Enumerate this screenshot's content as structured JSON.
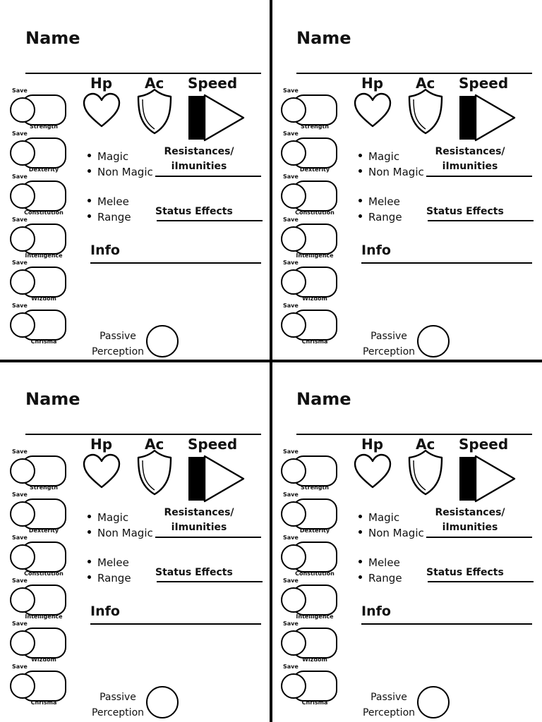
{
  "cards": [
    {
      "name_label": "Name",
      "stats": [
        {
          "save_label": "Save",
          "name": "Strength"
        },
        {
          "save_label": "Save",
          "name": "Dexterity"
        },
        {
          "save_label": "Save",
          "name": "Constitution"
        },
        {
          "save_label": "Save",
          "name": "Intelligence"
        },
        {
          "save_label": "Save",
          "name": "Wizdom"
        },
        {
          "save_label": "Save",
          "name": "Chrisma"
        }
      ],
      "hp_label": "Hp",
      "ac_label": "Ac",
      "speed_label": "Speed",
      "damage_types": [
        "Magic",
        "Non Magic"
      ],
      "attack_types": [
        "Melee",
        "Range"
      ],
      "resistances_label": [
        "Resistances/",
        "iImunities"
      ],
      "status_effects_label": "Status Effects",
      "info_label": "Info",
      "passive_perception_label": [
        "Passive",
        "Perception"
      ]
    },
    {
      "name_label": "Name",
      "stats": [
        {
          "save_label": "Save",
          "name": "Strength"
        },
        {
          "save_label": "Save",
          "name": "Dexterity"
        },
        {
          "save_label": "Save",
          "name": "Constitution"
        },
        {
          "save_label": "Save",
          "name": "Intelligence"
        },
        {
          "save_label": "Save",
          "name": "Wizdom"
        },
        {
          "save_label": "Save",
          "name": "Chrisma"
        }
      ],
      "hp_label": "Hp",
      "ac_label": "Ac",
      "speed_label": "Speed",
      "damage_types": [
        "Magic",
        "Non Magic"
      ],
      "attack_types": [
        "Melee",
        "Range"
      ],
      "resistances_label": [
        "Resistances/",
        "iImunities"
      ],
      "status_effects_label": "Status Effects",
      "info_label": "Info",
      "passive_perception_label": [
        "Passive",
        "Perception"
      ]
    },
    {
      "name_label": "Name",
      "stats": [
        {
          "save_label": "Save",
          "name": "Strength"
        },
        {
          "save_label": "Save",
          "name": "Dexterity"
        },
        {
          "save_label": "Save",
          "name": "Constitution"
        },
        {
          "save_label": "Save",
          "name": "Intelligence"
        },
        {
          "save_label": "Save",
          "name": "Wizdom"
        },
        {
          "save_label": "Save",
          "name": "Chrisma"
        }
      ],
      "hp_label": "Hp",
      "ac_label": "Ac",
      "speed_label": "Speed",
      "damage_types": [
        "Magic",
        "Non Magic"
      ],
      "attack_types": [
        "Melee",
        "Range"
      ],
      "resistances_label": [
        "Resistances/",
        "iImunities"
      ],
      "status_effects_label": "Status Effects",
      "info_label": "Info",
      "passive_perception_label": [
        "Passive",
        "Perception"
      ]
    },
    {
      "name_label": "Name",
      "stats": [
        {
          "save_label": "Save",
          "name": "Strength"
        },
        {
          "save_label": "Save",
          "name": "Dexterity"
        },
        {
          "save_label": "Save",
          "name": "Constitution"
        },
        {
          "save_label": "Save",
          "name": "Intelligence"
        },
        {
          "save_label": "Save",
          "name": "Wizdom"
        },
        {
          "save_label": "Save",
          "name": "Chrisma"
        }
      ],
      "hp_label": "Hp",
      "ac_label": "Ac",
      "speed_label": "Speed",
      "damage_types": [
        "Magic",
        "Non Magic"
      ],
      "attack_types": [
        "Melee",
        "Range"
      ],
      "resistances_label": [
        "Resistances/",
        "iImunities"
      ],
      "status_effects_label": "Status Effects",
      "info_label": "Info",
      "passive_perception_label": [
        "Passive",
        "Perception"
      ]
    }
  ]
}
